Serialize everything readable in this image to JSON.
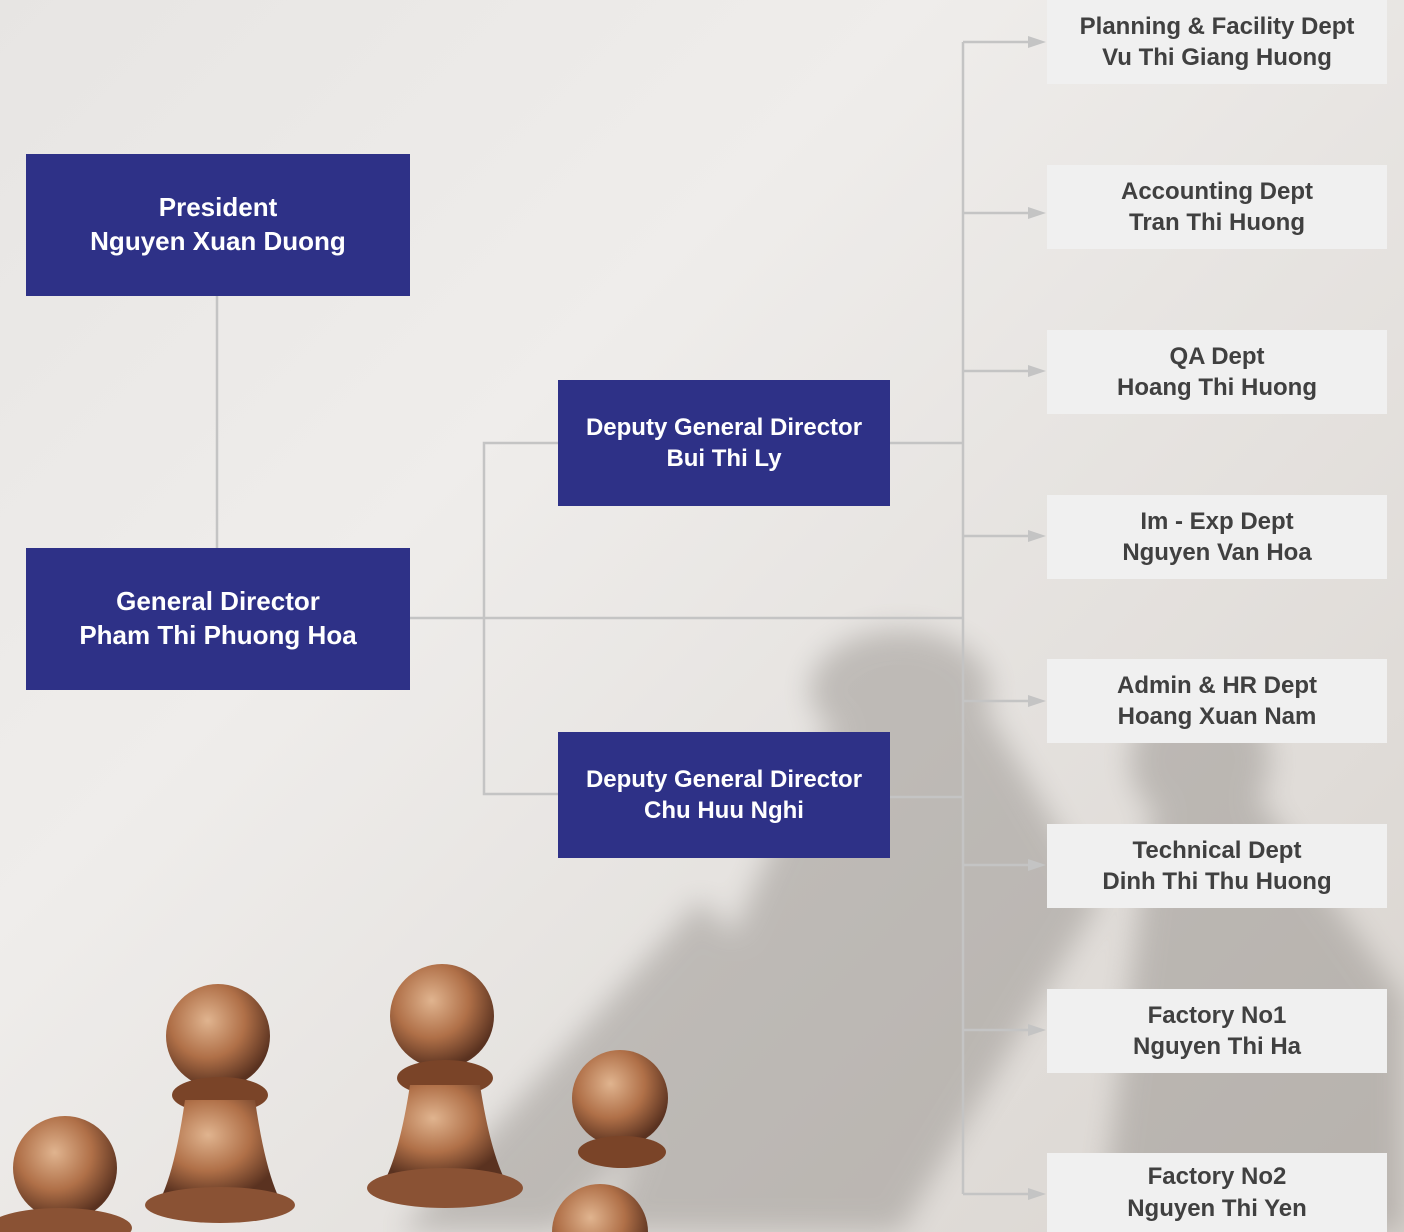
{
  "president": {
    "title": "President",
    "name": "Nguyen Xuan Duong"
  },
  "general_director": {
    "title": "General Director",
    "name": "Pham Thi Phuong Hoa"
  },
  "deputies": [
    {
      "title": "Deputy General Director",
      "name": "Bui Thi Ly"
    },
    {
      "title": "Deputy General Director",
      "name": "Chu Huu Nghi"
    }
  ],
  "departments": [
    {
      "title": "Planning & Facility Dept",
      "name": "Vu Thi Giang Huong"
    },
    {
      "title": "Accounting Dept",
      "name": "Tran Thi Huong"
    },
    {
      "title": "QA Dept",
      "name": "Hoang Thi Huong"
    },
    {
      "title": "Im - Exp Dept",
      "name": "Nguyen Van Hoa"
    },
    {
      "title": "Admin & HR Dept",
      "name": "Hoang Xuan Nam"
    },
    {
      "title": "Technical Dept",
      "name": "Dinh Thi Thu Huong"
    },
    {
      "title": "Factory No1",
      "name": "Nguyen Thi Ha"
    },
    {
      "title": "Factory No2",
      "name": "Nguyen Thi Yen"
    }
  ],
  "colors": {
    "box_blue": "#2e3187",
    "box_grey": "#f0f0f0",
    "connector": "#c4c4c4"
  },
  "background": "chess-pawns-photo"
}
